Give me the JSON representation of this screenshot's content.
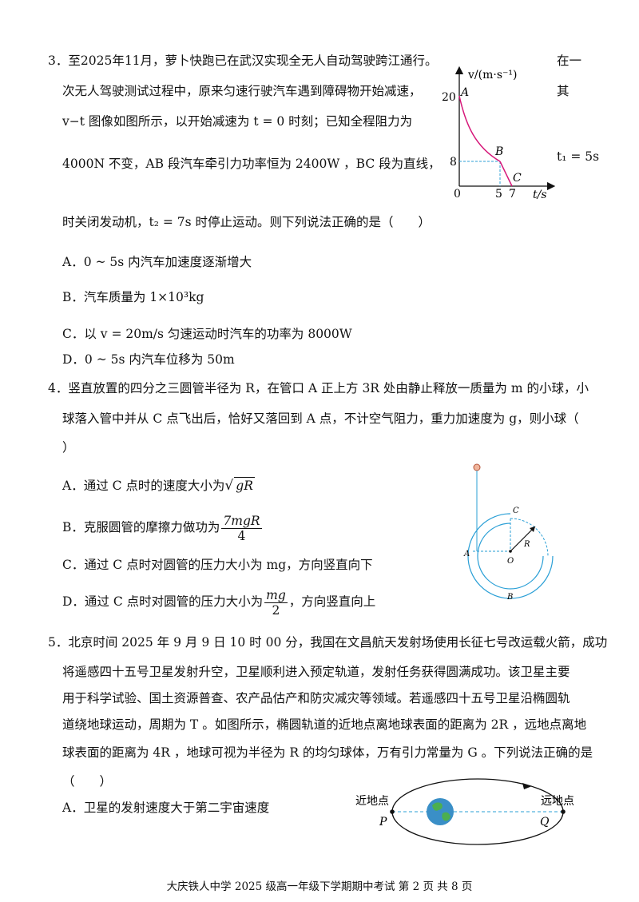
{
  "q3": {
    "num": "3．",
    "line1": "至2025年11月，萝卜快跑已在武汉实现全无人自动驾驶跨江通行。",
    "line1_right": "在一",
    "line2": "次无人驾驶测试过程中，原来匀速行驶汽车遇到障碍物开始减速，",
    "line2_right": "其",
    "line3": "v−t 图像如图所示，以开始减速为 t = 0 时刻；已知全程阻力为",
    "line4": "4000N 不变，AB 段汽车牵引力功率恒为 2400W ，BC 段为直线，",
    "line4_right": "t₁ = 5s",
    "line5": "时关闭发动机，t₂ = 7s 时停止运动。则下列说法正确的是（　　）",
    "options": {
      "A": "A．0 ~ 5s 内汽车加速度逐渐增大",
      "B": "B．汽车质量为 1×10³kg",
      "C": "C．以 v = 20m/s 匀速运动时汽车的功率为 8000W",
      "D": "D．0 ~ 5s 内汽车位移为 50m"
    },
    "graph": {
      "ylabel": "v/(m·s⁻¹)",
      "xlabel": "t/s",
      "y20": "20",
      "y8": "8",
      "x0": "0",
      "x5": "5",
      "x7": "7",
      "pA": "A",
      "pB": "B",
      "pC": "C"
    }
  },
  "q4": {
    "num": "4．",
    "line1": "竖直放置的四分之三圆管半径为 R，在管口 A 正上方 3R 处由静止释放一质量为 m 的小球，小",
    "line2": "球落入管中并从 C 点飞出后，恰好又落回到 A 点，不计空气阻力，重力加速度为 g，则小球（",
    "line3": "）",
    "optA_text": "A．通过 C 点时的速度大小为",
    "optA_sqrt": "gR",
    "optB_text": "B．克服圆管的摩擦力做功为",
    "optB_num": "7mgR",
    "optB_den": "4",
    "optC": "C．通过 C 点时对圆管的压力大小为 mg，方向竖直向下",
    "optD_text": "D．通过 C 点时对圆管的压力大小为",
    "optD_num": "mg",
    "optD_den": "2",
    "optD_tail": "，方向竖直向上",
    "fig": {
      "C": "C",
      "R": "R",
      "A": "A",
      "O": "O",
      "B": "B"
    }
  },
  "q5": {
    "num": "5．",
    "line1": "北京时间 2025 年 9 月 9 日 10 时 00 分，我国在文昌航天发射场使用长征七号改运载火箭，成功",
    "line2": "将遥感四十五号卫星发射升空，卫星顺利进入预定轨道，发射任务获得圆满成功。该卫星主要",
    "line3": "用于科学试验、国土资源普查、农产品估产和防灾减灾等领域。若遥感四十五号卫星沿椭圆轨",
    "line4": "道绕地球运动，周期为 T 。如图所示，椭圆轨道的近地点离地球表面的距离为 2R ，远地点离地",
    "line5": "球表面的距离为 4R ，地球可视为半径为 R 的均匀球体，万有引力常量为 G 。下列说法正确的是",
    "line6": "（　　）",
    "optA": "A．卫星的发射速度大于第二宇宙速度",
    "fig": {
      "near": "近地点",
      "far": "远地点",
      "P": "P",
      "Q": "Q"
    }
  },
  "footer": "大庆铁人中学 2025 级高一年级下学期期中考试 第 2 页 共 8 页"
}
